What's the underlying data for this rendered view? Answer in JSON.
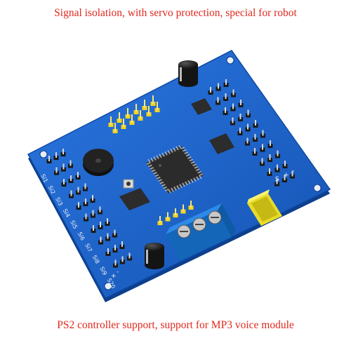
{
  "captions": {
    "top": "Signal isolation, with servo protection, special for robot",
    "bottom": "PS2 controller support, support for MP3 voice module"
  },
  "board": {
    "channel_labels": [
      "Si1",
      "Si2",
      "Si3",
      "Si4",
      "Si5",
      "Si6",
      "Si7",
      "Si8",
      "Si9",
      "S20"
    ],
    "pin_marks": [
      "S",
      "+",
      "-"
    ],
    "colors": {
      "pcb": "#1f63c8",
      "pcb_edge": "#0d3f8e",
      "header_black": "#1a1a1a",
      "header_yellow": "#f2d321",
      "terminal_blue": "#1a7fd6",
      "chip": "#2b2b2b",
      "capacitor": "#1b1b1b"
    },
    "icons": [
      "servo-pin-header",
      "microcontroller-chip",
      "buzzer",
      "electrolytic-capacitor",
      "screw-terminal",
      "mini-usb-connector"
    ]
  }
}
